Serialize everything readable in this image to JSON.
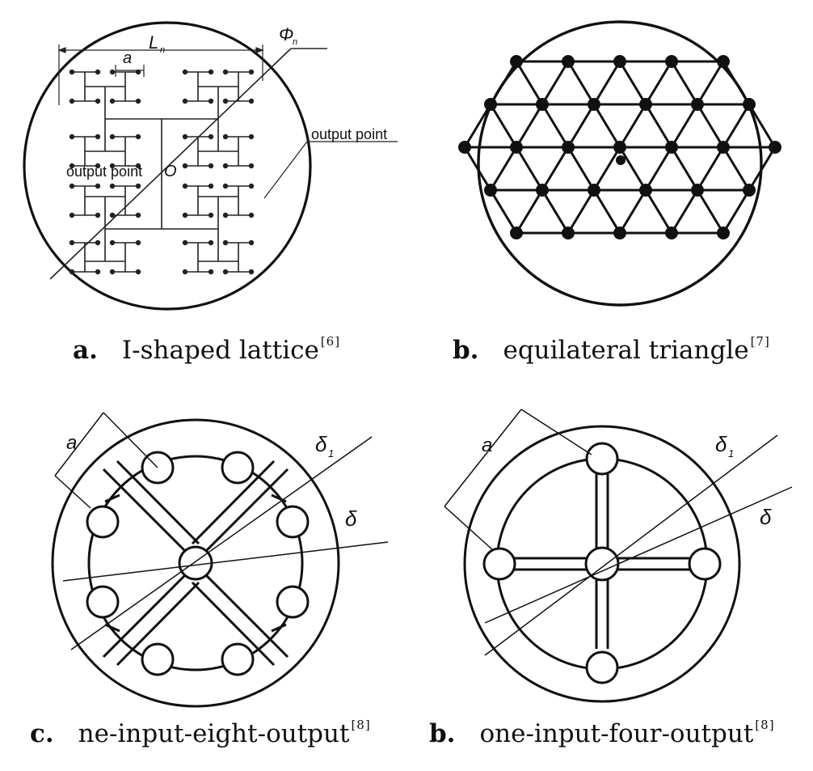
{
  "panel_a": {
    "dim_a": "a",
    "dim_L": "L",
    "dim_L_sub": "n",
    "dim_phi": "Φ",
    "dim_phi_sub": "n",
    "center_label": "O",
    "label_out_1": "output point",
    "label_out_2": "output point"
  },
  "panel_c": {
    "dim_a": "a",
    "delta1": "δ",
    "delta1_sub": "1",
    "delta": "δ"
  },
  "panel_d": {
    "dim_a": "a",
    "delta1": "δ",
    "delta1_sub": "1",
    "delta": "δ"
  },
  "captions": {
    "a": {
      "letter": "a.",
      "text": "I-shaped lattice",
      "ref": "[6]"
    },
    "b": {
      "letter": "b.",
      "text": "equilateral triangle",
      "ref": "[7]"
    },
    "c": {
      "letter": "c.",
      "text": "ne-input-eight-output",
      "ref": "[8]"
    },
    "d": {
      "letter": "b.",
      "text": "one-input-four-output",
      "ref": "[8]"
    }
  }
}
